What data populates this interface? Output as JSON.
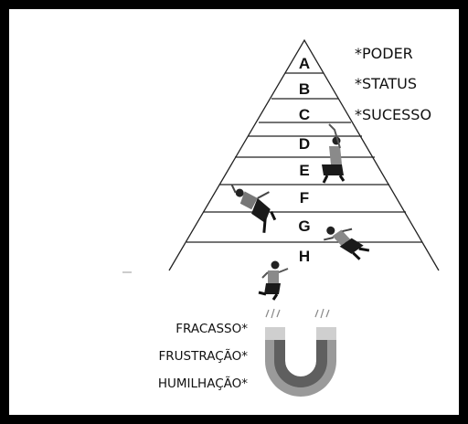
{
  "pyramid": {
    "levels": [
      "A",
      "B",
      "C",
      "D",
      "E",
      "F",
      "G",
      "H"
    ]
  },
  "top_words": [
    "*PODER",
    "*STATUS",
    "*SUCESSO"
  ],
  "bottom_words": [
    "FRACASSO*",
    "FRUSTRAÇÃO*",
    "HUMILHAÇÃO*"
  ],
  "magnet": {
    "colors": {
      "dark": "#5f5f5f",
      "light": "#9a9a9a",
      "tips": "#cfcfcf"
    }
  }
}
